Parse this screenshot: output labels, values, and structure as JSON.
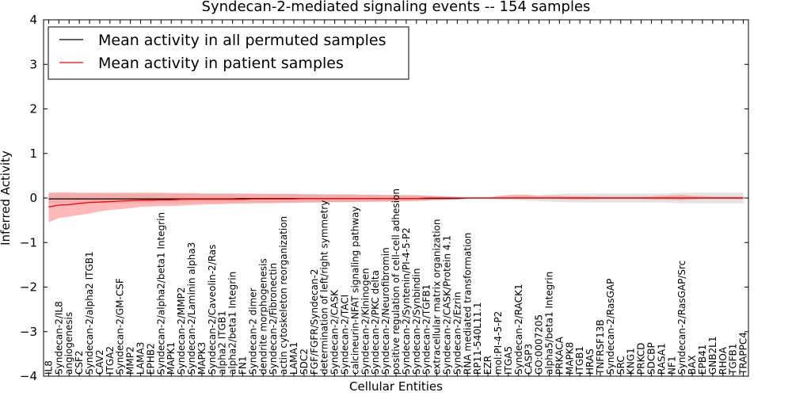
{
  "chart_data": {
    "type": "line",
    "title": "Syndecan-2-mediated signaling events -- 154 samples",
    "xlabel": "Cellular Entities",
    "ylabel": "Inferred Activity",
    "ylim": [
      -4,
      4
    ],
    "yticks": [
      -4,
      -3,
      -2,
      -1,
      0,
      1,
      2,
      3,
      4
    ],
    "legend_position": "top-left",
    "grid": false,
    "categories": [
      "IL8",
      "Syndecan-2/IL8",
      "angiogenesis",
      "CSF2",
      "Syndecan-2/alpha2 ITGB1",
      "CAV2",
      "ITGA2",
      "Syndecan-2/GM-CSF",
      "MMP2",
      "LAMA3",
      "EPHB2",
      "Syndecan-2/alpha2/beta1 Integrin",
      "MAPK1",
      "Syndecan-2/MMP2",
      "Syndecan-2/Laminin alpha3",
      "MAPK3",
      "Syndecan-2/Caveolin-2/Ras",
      "alpha2 ITGB1",
      "alpha2/beta1 Integrin",
      "FN1",
      "Syndecan-2 dimer",
      "dendrite morphogenesis",
      "Syndecan-2/Fibronectin",
      "actin cytoskeleton reorganization",
      "LAMA1",
      "SDC2",
      "FGF/FGFR/Syndecan-2",
      "determination of left/right symmetry",
      "Syndecan-2/CASK",
      "Syndecan-2/TACI",
      "calcineurin-NFAT signaling pathway",
      "Syndecan-2/Kininogen",
      "Syndecan-2/PKC delta",
      "Syndecan-2/Neurofibromin",
      "positive regulation of cell-cell adhesion",
      "Syndecan-2/Syntenin/PI-4-5-P2",
      "Syndecan-2/Synbindin",
      "Syndecan-2/TGFB1",
      "extracellular matrix organization",
      "Syndecan-2/CASK/Protein 4.1",
      "Syndecan-2/Ezrin",
      "RNA mediated transformation",
      "RP11-540L11.1",
      "EZR",
      "mol:PI-4-5-P2",
      "ITGA5",
      "Syndecan-2/RACK1",
      "CASP3",
      "GO:0007205",
      "alpha5/beta1 Integrin",
      "PRKACA",
      "MAPK8",
      "ITGB1",
      "HRAS",
      "TNFRSF13B",
      "Syndecan-2/RasGAP",
      "SRC",
      "KNG1",
      "PRKCD",
      "SDCBP",
      "RASA1",
      "NF1",
      "Syndecan-2/RasGAP/Src",
      "BAX",
      "EPB41",
      "GNB2L1",
      "RHOA",
      "TGFB1",
      "TRAPPC4"
    ],
    "series": [
      {
        "name": "Mean activity in all permuted samples",
        "color": "#000000",
        "band_color": "#b0b0b0",
        "values": [
          -0.02,
          -0.02,
          -0.02,
          -0.02,
          -0.02,
          -0.02,
          -0.02,
          -0.02,
          -0.02,
          -0.02,
          -0.02,
          -0.02,
          -0.02,
          -0.02,
          -0.02,
          -0.02,
          -0.02,
          -0.02,
          -0.02,
          -0.01,
          -0.01,
          -0.01,
          -0.01,
          -0.01,
          -0.01,
          -0.01,
          -0.01,
          -0.01,
          -0.01,
          -0.01,
          -0.01,
          -0.01,
          -0.01,
          -0.01,
          -0.01,
          -0.01,
          -0.01,
          -0.01,
          -0.01,
          -0.01,
          -0.01,
          0.0,
          0.0,
          0.0,
          0.0,
          0.0,
          0.0,
          0.0,
          0.0,
          0.0,
          0.0,
          0.0,
          0.0,
          0.0,
          0.0,
          0.0,
          0.0,
          0.0,
          0.0,
          0.0,
          0.0,
          0.0,
          0.0,
          0.0,
          0.0,
          0.0,
          0.0,
          0.0,
          0.0
        ],
        "band_lower": [
          -0.12,
          -0.12,
          -0.12,
          -0.12,
          -0.12,
          -0.12,
          -0.12,
          -0.12,
          -0.12,
          -0.12,
          -0.12,
          -0.12,
          -0.12,
          -0.12,
          -0.11,
          -0.11,
          -0.11,
          -0.11,
          -0.11,
          -0.1,
          -0.1,
          -0.1,
          -0.1,
          -0.1,
          -0.1,
          -0.1,
          -0.1,
          -0.09,
          -0.09,
          -0.09,
          -0.09,
          -0.09,
          -0.09,
          -0.08,
          -0.08,
          -0.08,
          -0.08,
          -0.07,
          -0.06,
          -0.05,
          -0.04,
          -0.02,
          -0.02,
          -0.02,
          -0.03,
          -0.04,
          -0.05,
          -0.06,
          -0.07,
          -0.08,
          -0.09,
          -0.1,
          -0.1,
          -0.1,
          -0.1,
          -0.1,
          -0.1,
          -0.1,
          -0.1,
          -0.1,
          -0.1,
          -0.11,
          -0.12,
          -0.12,
          -0.12,
          -0.12,
          -0.12,
          -0.12,
          -0.12
        ],
        "band_upper": [
          0.1,
          0.1,
          0.1,
          0.1,
          0.1,
          0.1,
          0.1,
          0.1,
          0.1,
          0.1,
          0.1,
          0.1,
          0.1,
          0.1,
          0.1,
          0.1,
          0.1,
          0.1,
          0.1,
          0.09,
          0.09,
          0.09,
          0.09,
          0.09,
          0.09,
          0.09,
          0.09,
          0.08,
          0.08,
          0.08,
          0.08,
          0.08,
          0.08,
          0.07,
          0.07,
          0.07,
          0.07,
          0.06,
          0.05,
          0.04,
          0.03,
          0.02,
          0.02,
          0.02,
          0.03,
          0.04,
          0.05,
          0.06,
          0.07,
          0.08,
          0.09,
          0.1,
          0.1,
          0.1,
          0.1,
          0.1,
          0.1,
          0.1,
          0.1,
          0.1,
          0.1,
          0.11,
          0.12,
          0.12,
          0.12,
          0.12,
          0.12,
          0.12,
          0.12
        ]
      },
      {
        "name": "Mean activity in patient samples",
        "color": "#ff0000",
        "band_color": "#ff7f7f",
        "values": [
          -0.2,
          -0.16,
          -0.15,
          -0.12,
          -0.1,
          -0.09,
          -0.08,
          -0.07,
          -0.06,
          -0.05,
          -0.05,
          -0.04,
          -0.04,
          -0.03,
          -0.03,
          -0.03,
          -0.03,
          -0.03,
          -0.03,
          -0.03,
          -0.02,
          -0.02,
          -0.02,
          -0.02,
          -0.02,
          -0.01,
          -0.01,
          -0.01,
          -0.01,
          -0.01,
          -0.01,
          -0.01,
          -0.01,
          -0.01,
          -0.01,
          -0.01,
          -0.01,
          0.0,
          0.0,
          0.0,
          0.0,
          0.0,
          0.0,
          0.0,
          0.0,
          0.0,
          0.0,
          0.0,
          0.0,
          0.0,
          0.0,
          0.0,
          0.0,
          0.0,
          0.0,
          0.0,
          0.0,
          0.0,
          0.0,
          0.0,
          0.0,
          0.0,
          0.0,
          0.0,
          0.0,
          0.0,
          0.0,
          0.0,
          0.0
        ],
        "band_lower": [
          -0.55,
          -0.45,
          -0.42,
          -0.38,
          -0.35,
          -0.3,
          -0.27,
          -0.25,
          -0.23,
          -0.2,
          -0.19,
          -0.18,
          -0.18,
          -0.17,
          -0.16,
          -0.15,
          -0.14,
          -0.14,
          -0.13,
          -0.13,
          -0.12,
          -0.12,
          -0.12,
          -0.11,
          -0.11,
          -0.1,
          -0.1,
          -0.1,
          -0.09,
          -0.09,
          -0.09,
          -0.08,
          -0.08,
          -0.08,
          -0.07,
          -0.07,
          -0.06,
          -0.05,
          -0.04,
          -0.03,
          -0.02,
          0.0,
          0.0,
          0.0,
          0.0,
          -0.01,
          -0.01,
          -0.01,
          -0.01,
          -0.01,
          -0.02,
          -0.03,
          -0.03,
          -0.03,
          -0.02,
          -0.02,
          -0.02,
          -0.02,
          -0.02,
          -0.03,
          -0.03,
          -0.04,
          -0.05,
          -0.03,
          -0.02,
          -0.02,
          -0.02,
          -0.02,
          -0.02
        ],
        "band_upper": [
          0.12,
          0.13,
          0.13,
          0.12,
          0.12,
          0.12,
          0.12,
          0.12,
          0.12,
          0.12,
          0.12,
          0.12,
          0.11,
          0.11,
          0.11,
          0.1,
          0.1,
          0.1,
          0.1,
          0.1,
          0.1,
          0.09,
          0.09,
          0.09,
          0.09,
          0.08,
          0.08,
          0.08,
          0.08,
          0.08,
          0.08,
          0.07,
          0.07,
          0.07,
          0.07,
          0.06,
          0.06,
          0.05,
          0.04,
          0.03,
          0.02,
          0.0,
          0.0,
          0.0,
          0.05,
          0.07,
          0.08,
          0.07,
          0.04,
          0.05,
          0.05,
          0.04,
          0.04,
          0.04,
          0.03,
          0.03,
          0.03,
          0.03,
          0.03,
          0.04,
          0.05,
          0.06,
          0.07,
          0.05,
          0.04,
          0.03,
          0.03,
          0.03,
          0.03
        ]
      }
    ]
  }
}
